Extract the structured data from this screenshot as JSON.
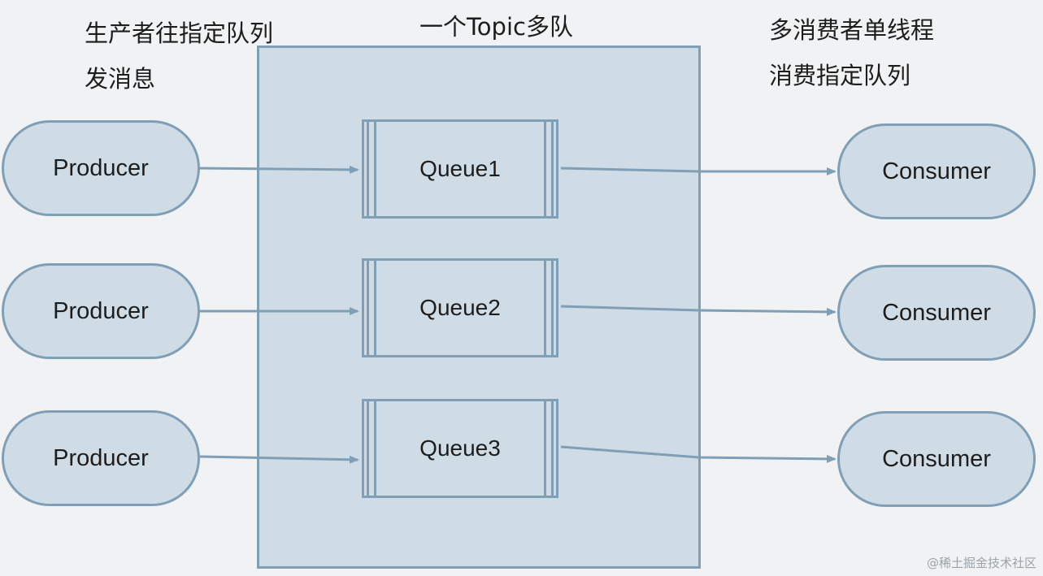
{
  "producer_note_line1": "生产者往指定队列",
  "producer_note_line2": "发消息",
  "topic_title": "一个Topic多队",
  "consumer_note_line1": "多消费者单线程",
  "consumer_note_line2": "消费指定队列",
  "producers": [
    "Producer",
    "Producer",
    "Producer"
  ],
  "queues": [
    "Queue1",
    "Queue2",
    "Queue3"
  ],
  "consumers": [
    "Consumer",
    "Consumer",
    "Consumer"
  ],
  "watermark": "@稀土掘金技术社区",
  "colors": {
    "fill": "#cfdce6",
    "stroke": "#7f9fb6",
    "background": "#f1f2f4"
  }
}
